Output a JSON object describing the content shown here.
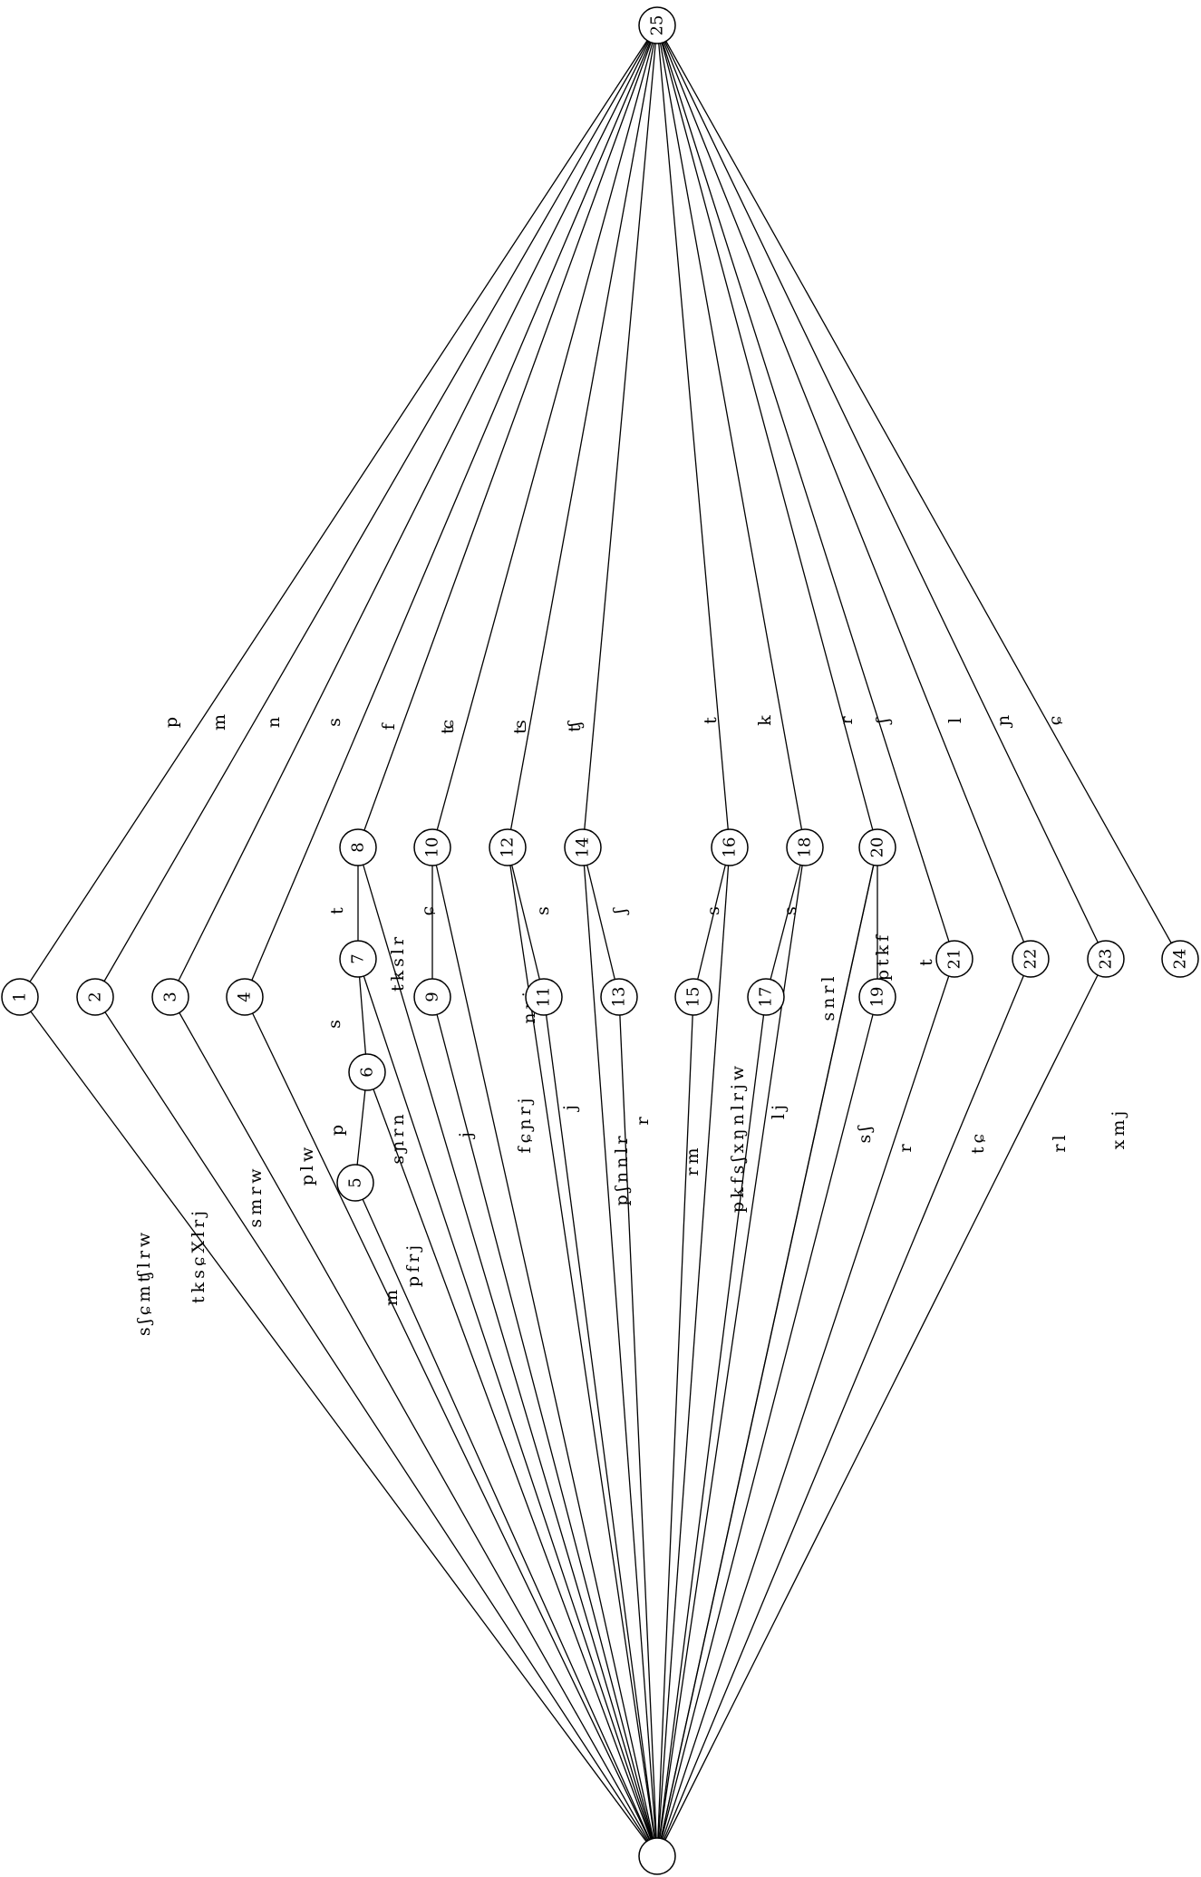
{
  "nodes": [
    {
      "id": "n1",
      "label": "1"
    },
    {
      "id": "n2",
      "label": "2"
    },
    {
      "id": "n3",
      "label": "3"
    },
    {
      "id": "n4",
      "label": "4"
    },
    {
      "id": "n5",
      "label": "5"
    },
    {
      "id": "n6",
      "label": "6"
    },
    {
      "id": "n7",
      "label": "7"
    },
    {
      "id": "n8",
      "label": "8"
    },
    {
      "id": "n9",
      "label": "9"
    },
    {
      "id": "n10",
      "label": "10"
    },
    {
      "id": "n11",
      "label": "11"
    },
    {
      "id": "n12",
      "label": "12"
    },
    {
      "id": "n13",
      "label": "13"
    },
    {
      "id": "n14",
      "label": "14"
    },
    {
      "id": "n15",
      "label": "15"
    },
    {
      "id": "n16",
      "label": "16"
    },
    {
      "id": "n17",
      "label": "17"
    },
    {
      "id": "n18",
      "label": "18"
    },
    {
      "id": "n19",
      "label": "19"
    },
    {
      "id": "n20",
      "label": "20"
    },
    {
      "id": "n21",
      "label": "21"
    },
    {
      "id": "n22",
      "label": "22"
    },
    {
      "id": "n23",
      "label": "23"
    },
    {
      "id": "n24",
      "label": "24"
    },
    {
      "id": "n25",
      "label": "25"
    },
    {
      "id": "n0",
      "label": ""
    }
  ],
  "edges": [
    {
      "from": "n25",
      "to": "n1",
      "label": "p"
    },
    {
      "from": "n25",
      "to": "n2",
      "label": "m"
    },
    {
      "from": "n25",
      "to": "n3",
      "label": "n"
    },
    {
      "from": "n25",
      "to": "n4",
      "label": "s"
    },
    {
      "from": "n25",
      "to": "n8",
      "label": "f"
    },
    {
      "from": "n25",
      "to": "n10",
      "label": "ʨ"
    },
    {
      "from": "n25",
      "to": "n12",
      "label": "ʦ"
    },
    {
      "from": "n25",
      "to": "n14",
      "label": "ʧ"
    },
    {
      "from": "n25",
      "to": "n16",
      "label": "t"
    },
    {
      "from": "n25",
      "to": "n18",
      "label": "k"
    },
    {
      "from": "n25",
      "to": "n20",
      "label": "r"
    },
    {
      "from": "n25",
      "to": "n21",
      "label": "ʃ"
    },
    {
      "from": "n25",
      "to": "n22",
      "label": "l"
    },
    {
      "from": "n25",
      "to": "n23",
      "label": "ɲ"
    },
    {
      "from": "n25",
      "to": "n24",
      "label": "ɕ"
    },
    {
      "from": "n8",
      "to": "n7",
      "label": "t"
    },
    {
      "from": "n7",
      "to": "n6",
      "label": "s"
    },
    {
      "from": "n6",
      "to": "n5",
      "label": "p"
    },
    {
      "from": "n10",
      "to": "n9",
      "label": "ɕ"
    },
    {
      "from": "n12",
      "to": "n11",
      "label": "s"
    },
    {
      "from": "n14",
      "to": "n13",
      "label": "ʃ"
    },
    {
      "from": "n16",
      "to": "n15",
      "label": "s"
    },
    {
      "from": "n18",
      "to": "n17",
      "label": "s"
    },
    {
      "from": "n20",
      "to": "n19",
      "label": "t"
    },
    {
      "from": "n1",
      "to": "n0",
      "label": "sʃɕmʧlrw"
    },
    {
      "from": "n2",
      "to": "n0",
      "label": "tksɕXlrj"
    },
    {
      "from": "n3",
      "to": "n0",
      "label": "smrw"
    },
    {
      "from": "n4",
      "to": "n0",
      "label": "plw"
    },
    {
      "from": "n5",
      "to": "n0",
      "label": "m"
    },
    {
      "from": "n6",
      "to": "n0",
      "label": "pfrj"
    },
    {
      "from": "n7",
      "to": "n0",
      "label": "sɲrn"
    },
    {
      "from": "n8",
      "to": "n0",
      "label": "tkslr"
    },
    {
      "from": "n9",
      "to": "n0",
      "label": "j"
    },
    {
      "from": "n10",
      "to": "n0",
      "label": "fɕɲrj"
    },
    {
      "from": "n11",
      "to": "n0",
      "label": "j"
    },
    {
      "from": "n12",
      "to": "n0",
      "label": "nrj"
    },
    {
      "from": "n13",
      "to": "n0",
      "label": "r"
    },
    {
      "from": "n14",
      "to": "n0",
      "label": "pʃnnlr"
    },
    {
      "from": "n15",
      "to": "n0",
      "label": "rm"
    },
    {
      "from": "n16",
      "to": "n0",
      "label": "pkfsʃxŋnlrjw"
    },
    {
      "from": "n17",
      "to": "n0",
      "label": "lj"
    },
    {
      "from": "n18",
      "to": "n0",
      "label": "snrl"
    },
    {
      "from": "n19",
      "to": "n0",
      "label": "r"
    },
    {
      "from": "n20",
      "to": "n0",
      "label": "ptkf"
    },
    {
      "from": "n20",
      "to": "n0",
      "label": "sʃ"
    },
    {
      "from": "n21",
      "to": "n0",
      "label": "tɕ"
    },
    {
      "from": "n22",
      "to": "n0",
      "label": "rl"
    },
    {
      "from": "n23",
      "to": "n0",
      "label": "xmj"
    }
  ]
}
